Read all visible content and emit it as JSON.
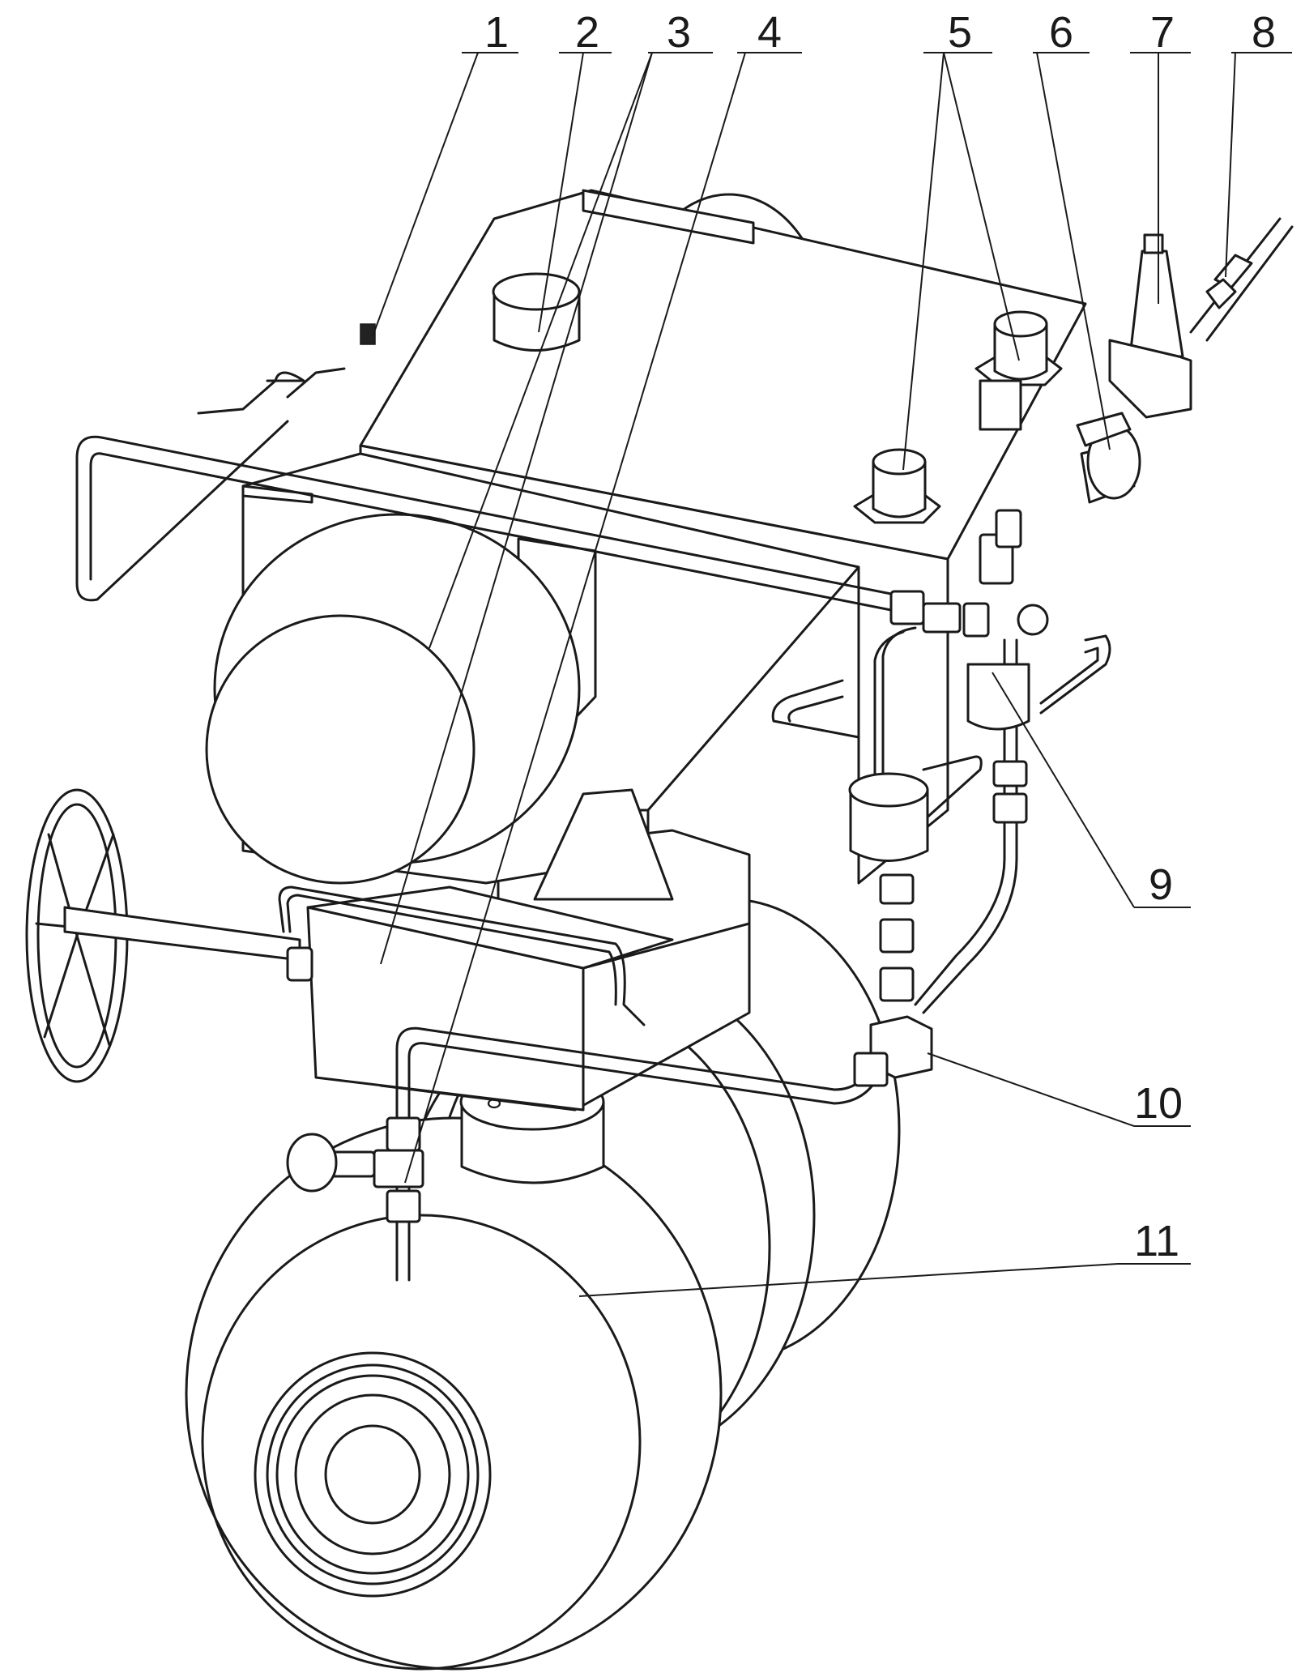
{
  "callouts": [
    {
      "label": "1",
      "part": "1"
    },
    {
      "label": "2",
      "part": "2"
    },
    {
      "label": "3",
      "part": "3"
    },
    {
      "label": "4",
      "part": "4"
    },
    {
      "label": "5",
      "part": "5"
    },
    {
      "label": "6",
      "part": "6"
    },
    {
      "label": "7",
      "part": "7"
    },
    {
      "label": "8",
      "part": "8"
    },
    {
      "label": "9",
      "part": "9"
    },
    {
      "label": "10",
      "part": "10"
    },
    {
      "label": "11",
      "part": "11"
    }
  ],
  "colors": {
    "line": "#1a1a1a",
    "background": "#ffffff"
  }
}
